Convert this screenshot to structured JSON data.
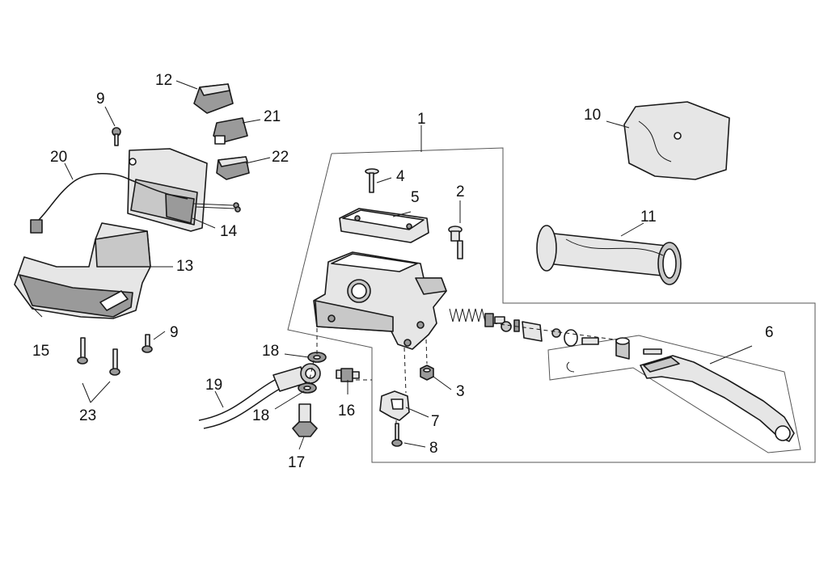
{
  "diagram": {
    "callouts": [
      {
        "id": "c1",
        "text": "1"
      },
      {
        "id": "c2",
        "text": "2"
      },
      {
        "id": "c3",
        "text": "3"
      },
      {
        "id": "c4",
        "text": "4"
      },
      {
        "id": "c5",
        "text": "5"
      },
      {
        "id": "c6",
        "text": "6"
      },
      {
        "id": "c7",
        "text": "7"
      },
      {
        "id": "c8",
        "text": "8"
      },
      {
        "id": "c9a",
        "text": "9"
      },
      {
        "id": "c9b",
        "text": "9"
      },
      {
        "id": "c10",
        "text": "10"
      },
      {
        "id": "c11",
        "text": "11"
      },
      {
        "id": "c12",
        "text": "12"
      },
      {
        "id": "c13",
        "text": "13"
      },
      {
        "id": "c14",
        "text": "14"
      },
      {
        "id": "c15",
        "text": "15"
      },
      {
        "id": "c16",
        "text": "16"
      },
      {
        "id": "c17",
        "text": "17"
      },
      {
        "id": "c18a",
        "text": "18"
      },
      {
        "id": "c18b",
        "text": "18"
      },
      {
        "id": "c19",
        "text": "19"
      },
      {
        "id": "c20",
        "text": "20"
      },
      {
        "id": "c21",
        "text": "21"
      },
      {
        "id": "c22",
        "text": "22"
      },
      {
        "id": "c23",
        "text": "23"
      }
    ]
  }
}
